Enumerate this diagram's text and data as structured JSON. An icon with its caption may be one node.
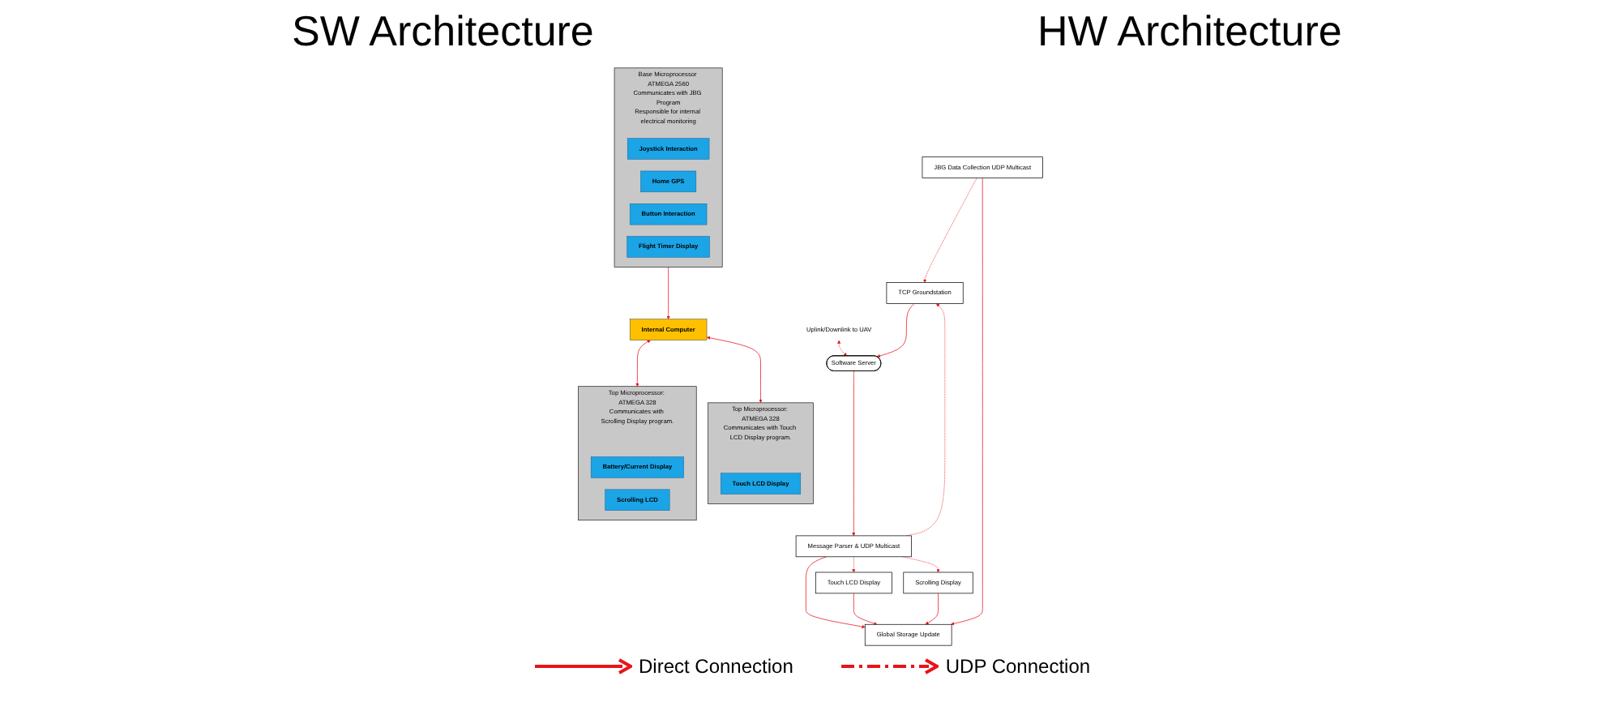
{
  "diagram": {
    "nodes": [
      {
        "text": [
          "Uplink/Downlink to UAV"
        ]
      },
      {
        "text": [
          "Software Server"
        ]
      },
      {
        "text": [
          "Message Parser & UDP Multicast"
        ]
      },
      {
        "text": [
          "TCP Groundstation"
        ]
      },
      {
        "text": [
          "Touch LCD Display"
        ]
      },
      {
        "text": [
          "Scrolling Display"
        ]
      },
      {
        "text": [
          "JBG Data Collection UDP Multicast"
        ]
      },
      {
        "text": [
          "Global Storage Update"
        ]
      },
      {
        "text": [
          "Top Microprocessor: ATMEGA 328",
          "Communicates with Scrolling Display program."
        ]
      },
      {
        "text": [
          "Battery/Current Display"
        ],
        "in": 8
      },
      {
        "text": [
          "Scrolling LCD"
        ],
        "in": 8
      },
      {
        "text": [
          "Top Microprocessor: ATMEGA 328",
          "Communicates with Touch LCD Display program."
        ]
      },
      {
        "text": [
          "Touch LCD Display"
        ],
        "in": 11
      },
      {
        "text": [
          "Internal Computer"
        ]
      },
      {
        "text": [
          "Base Microprocessor ATMEGA 2560",
          "Communicates with JBG Program",
          "Responsible for internal electrical monitoring"
        ]
      },
      {
        "text": [
          "Joystick Interaction"
        ],
        "in": 14
      },
      {
        "text": [
          "Home GPS"
        ],
        "in": 14
      },
      {
        "text": [
          "Button Interaction"
        ],
        "in": 14
      },
      {
        "text": [
          "Flight Timer Display"
        ],
        "in": 14
      }
    ],
    "edges": [
      {
        "from": 0,
        "to": 1,
        "arrow": "both",
        "style": "dashed"
      },
      {
        "from": 1,
        "to": 2,
        "arrow": "to"
      },
      {
        "from": 3,
        "to": 1,
        "arrow": "to"
      },
      {
        "from": 2,
        "to": 3,
        "arrow": "to",
        "style": "dashed"
      },
      {
        "from": 2,
        "to": 7,
        "arrow": "to"
      },
      {
        "from": 2,
        "to": 4,
        "arrow": "to",
        "style": "dashed"
      },
      {
        "from": 2,
        "to": 5,
        "arrow": "to",
        "style": "dashed"
      },
      {
        "from": 6,
        "to": 3,
        "arrow": "to",
        "style": "dashed"
      },
      {
        "from": 4,
        "to": 7,
        "arrow": "to"
      },
      {
        "from": 5,
        "to": 7,
        "arrow": "to"
      },
      {
        "from": 6,
        "to": 7,
        "arrow": "to"
      },
      {
        "from": 13,
        "to": 8,
        "arrow": "both"
      },
      {
        "from": 13,
        "to": 11,
        "arrow": "both"
      },
      {
        "from": 14,
        "to": 13,
        "arrow": "to"
      }
    ],
    "labels": [
      "SW Architecture",
      "HW Architecture"
    ],
    "legend": [
      {
        "text": "Direct Connection"
      },
      {
        "text": "UDP Connection"
      }
    ]
  }
}
